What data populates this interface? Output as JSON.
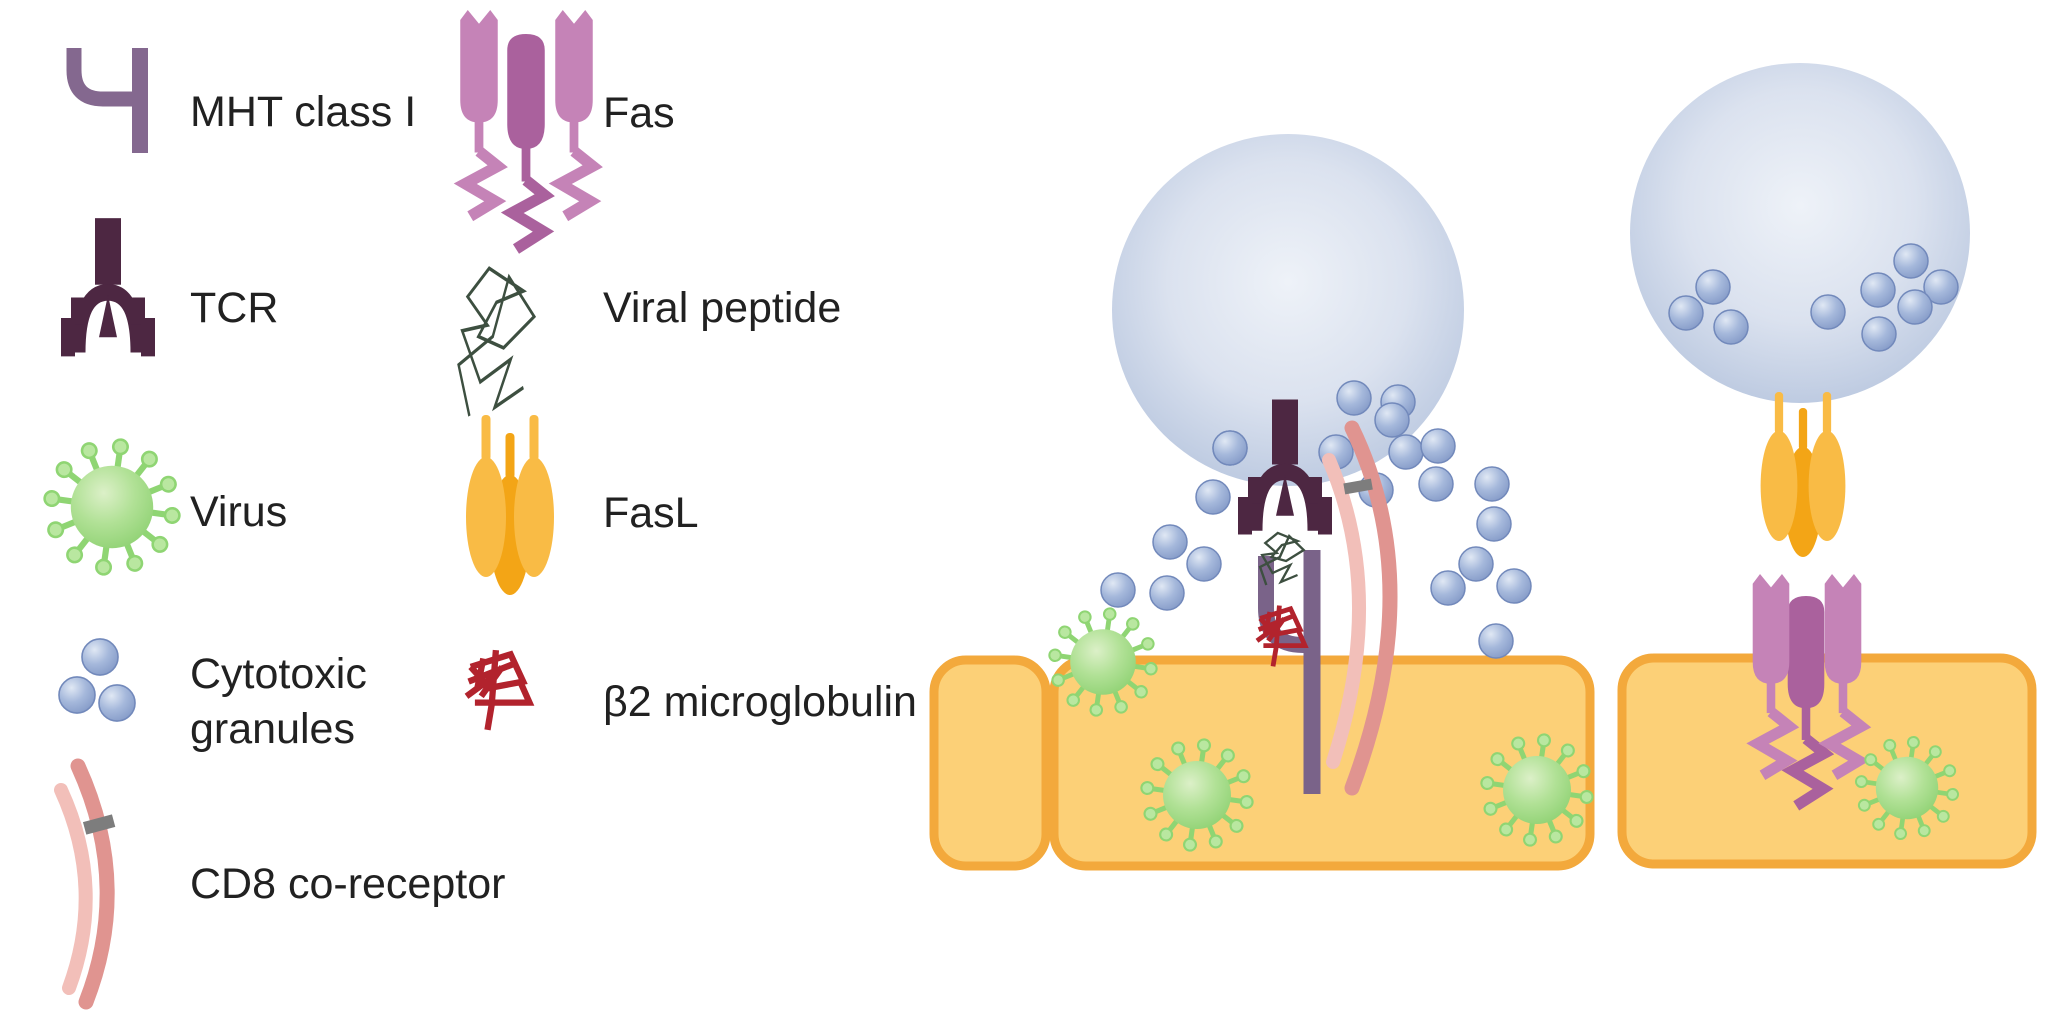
{
  "title": "Cytotoxic T cell killing mechanisms diagram",
  "legend": {
    "items": [
      {
        "id": "mhc_class_i",
        "label": "MHT class I",
        "icon": "mhc-class-i-icon"
      },
      {
        "id": "tcr",
        "label": "TCR",
        "icon": "tcr-icon"
      },
      {
        "id": "virus",
        "label": "Virus",
        "icon": "virus-icon"
      },
      {
        "id": "cytotoxic_granules",
        "label": "Cytotoxic granules",
        "line1": "Cytotoxic",
        "line2": "granules",
        "icon": "cytotoxic-granules-icon"
      },
      {
        "id": "cd8_co_receptor",
        "label": "CD8 co-receptor",
        "icon": "cd8-co-receptor-icon"
      },
      {
        "id": "fas",
        "label": "Fas",
        "icon": "fas-icon"
      },
      {
        "id": "viral_peptide",
        "label": "Viral peptide",
        "icon": "viral-peptide-icon"
      },
      {
        "id": "fasl",
        "label": "FasL",
        "icon": "fasl-icon"
      },
      {
        "id": "b2_microglobulin",
        "label": "β2 microglobulin",
        "icon": "b2-microglobulin-icon"
      }
    ]
  },
  "scene": {
    "left": {
      "name": "granule-exocytosis-scene",
      "components": [
        "cytotoxic-t-cell",
        "cytotoxic-granules",
        "tcr",
        "mhc-class-i",
        "viral-peptide",
        "b2-microglobulin",
        "cd8-co-receptor",
        "infected-target-cell",
        "virus"
      ]
    },
    "right": {
      "name": "fas-fasl-scene",
      "components": [
        "cytotoxic-t-cell",
        "cytotoxic-granules",
        "fasl",
        "fas",
        "infected-target-cell",
        "virus"
      ]
    }
  },
  "colors": {
    "text": "#212121",
    "membrane_fill": "#fcd077",
    "membrane_border": "#f3a93c",
    "tcell_edge": "#b9c7df",
    "granule": "#8ea6cf",
    "virus_body": "#9ad77e",
    "virus_spike": "#8fd573",
    "tcr": "#4d2742",
    "mhc_scene": "#7a6389",
    "mhc_legend": "#84688f",
    "cd8_dark": "#e09490",
    "cd8_light": "#f2bfb9",
    "fas_pink": "#c583b7",
    "fas_dark": "#aa619d",
    "fasl_orange": "#f9bb45",
    "fasl_dark": "#f3a516",
    "peptide": "#3d4f40",
    "b2m_red": "#b2232d",
    "tick_gray": "#7d7d7d"
  }
}
